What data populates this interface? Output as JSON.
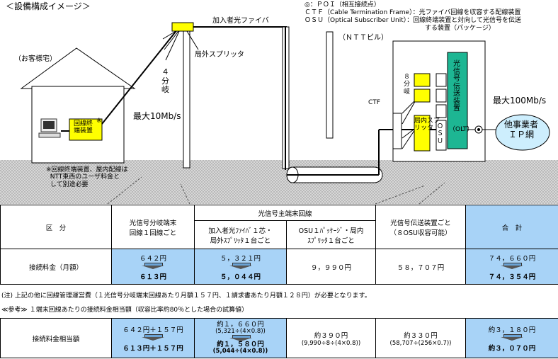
{
  "diagram": {
    "title": "＜設備構成イメージ＞",
    "customer_house": "（お客様宅）",
    "onu": "回線終\n端装置",
    "onu_mark": "※",
    "note_onu": "※回線終端装置、屋内配線は\n  NTT東西のユーザ料金と\n  して別途必要",
    "subscriber_fiber": "加入者光ファイバ",
    "outdoor_splitter": "局外スプリッタ",
    "branch4": "４\n分\n岐",
    "max1": "最大10Mb/s",
    "ntt_building": "（ＮＴＴビル）",
    "branch8": "８\n分\n岐",
    "ctf": "CTF",
    "indoor_splitter": "局内スプ\nリッタ",
    "osu": "ＯＳＵ",
    "olt_box": "光信号伝送装置",
    "olt": "（OLT）",
    "max2": "最大100Mb/s",
    "other_carrier": "他事業者\nＩＰ網",
    "legend_poi": "◎：ＰＯＩ（相互接続点）",
    "legend_ctf": "ＣＴＦ（Cable Termination Frame）：光ファイバ回線を収容する配線装置",
    "legend_osu1": "ＯＳＵ（Optical Subscriber Unit）：回線終端装置と対向して光信号を伝送",
    "legend_osu2": "する装置（パッケージ）"
  },
  "table1": {
    "label_kubun": "区　分",
    "col1": "光信号分岐端末\n回線１回線ごと",
    "group_header": "光信号主端末回線",
    "col2": "加入者光ﾌｧｲﾊﾞ１芯・\n局外ｽﾌﾟﾘｯﾀ１台ごと",
    "col3": "OSU１ﾊﾟｯｹｰｼﾞ・局内\nｽﾌﾟﾘｯﾀ１台ごと",
    "col4": "光信号伝送装置ごと\n（８OSU収容可能）",
    "col5": "合　計",
    "row_label": "接続料金（月額）",
    "c1_old": "６４２円",
    "c1_new": "６１３円",
    "c2_old": "５，３２１円",
    "c2_new": "５，０４４円",
    "c3": "９，９９０円",
    "c4": "５８，７０７円",
    "c5_old": "７４，６６０円",
    "c5_new": "７４，３５４円"
  },
  "note1": "(注) 上記の他に回線管理運営費（１光信号分岐端末回線あたり月額１５７円、１請求書あたり月額１２８円）が必要となります。",
  "note2": "≪参考≫ １端末回線あたりの接続料金相当額（収容比率約80％とした場合の試算値）",
  "table2": {
    "row_label": "接続料金相当額",
    "c1_old": "６４２円＋１５７円",
    "c1_new": "６１３円＋１５７円",
    "c2_old": "約１，６６０円",
    "c2_old_formula": "(5,321÷(4×0.8))",
    "c2_new": "約１，５８０円",
    "c2_new_formula": "(5,044÷(4×0.8))",
    "c3": "約３９０円",
    "c3_formula": "(9,990÷8÷(4×0.8))",
    "c4": "約３３０円",
    "c4_formula": "(58,707÷(256×0.7))",
    "c5_old": "約３，１８０円",
    "c5_new": "約３，０７０円"
  }
}
